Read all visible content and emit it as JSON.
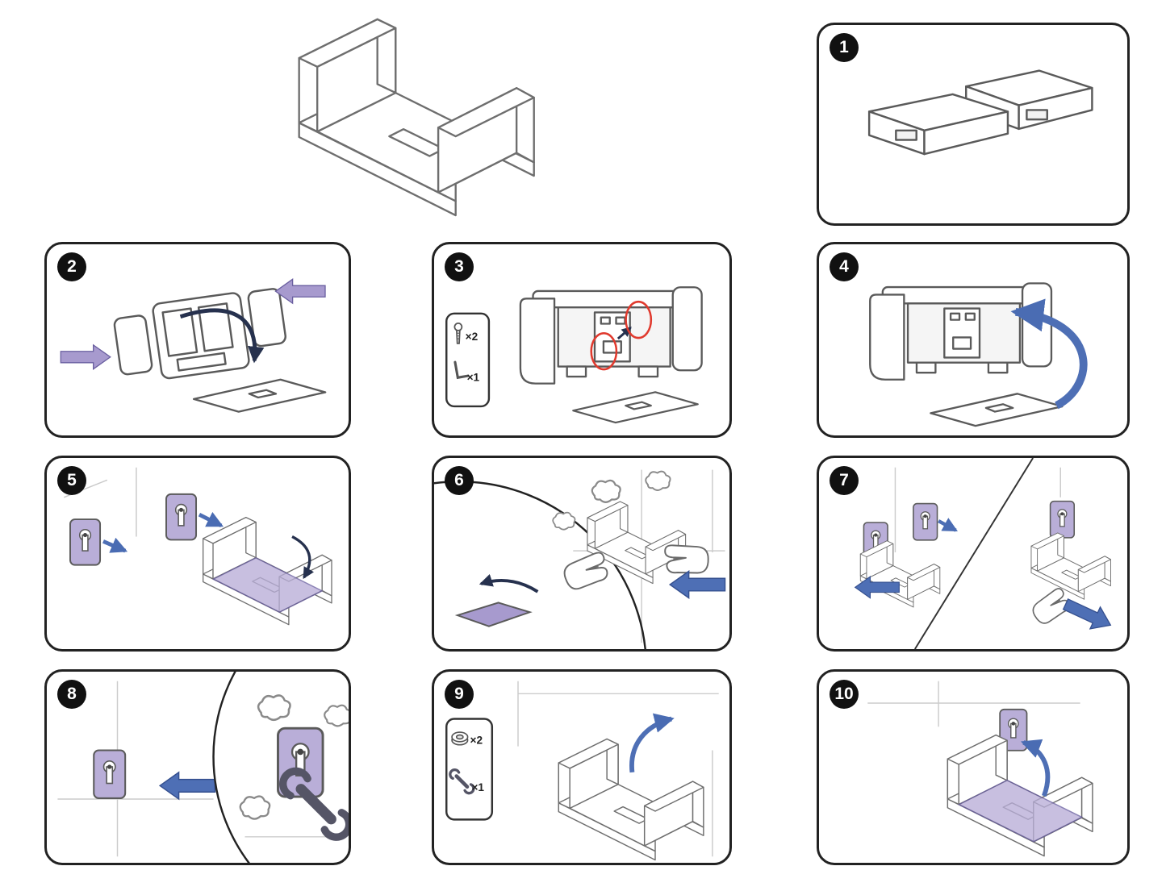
{
  "colors": {
    "background": "#ffffff",
    "line_gray": "#5a5a5a",
    "panel_border": "#222222",
    "badge_black": "#111111",
    "badge_text": "#ffffff",
    "accent_purple": "#a79ace",
    "plate_purple": "#b9aed8",
    "arrow_blue": "#4e6fb5",
    "arrow_dark_navy": "#26314e",
    "highlight_red": "#e03a2e"
  },
  "overview": {
    "illustration": "assembled-wall-bracket-isometric"
  },
  "steps": [
    {
      "number": "1",
      "illustration": "slide-two-base-halves-together"
    },
    {
      "number": "2",
      "illustration": "press-end-caps-onto-frame"
    },
    {
      "number": "3",
      "illustration": "fasten-screws-at-marked-points",
      "hardware": [
        {
          "item": "screw",
          "qty": "×2"
        },
        {
          "item": "hex-key",
          "qty": "×1"
        }
      ]
    },
    {
      "number": "4",
      "illustration": "fold-base-plate-up-into-frame"
    },
    {
      "number": "5",
      "illustration": "align-unit-with-wall-plates"
    },
    {
      "number": "6",
      "illustration": "peel-film-and-press-unit-to-wall"
    },
    {
      "number": "7",
      "illustration": "slide-unit-onto-or-off-wall-plates"
    },
    {
      "number": "8",
      "illustration": "tighten-wall-plate-with-wrench"
    },
    {
      "number": "9",
      "illustration": "secure-nuts-inside-unit",
      "hardware": [
        {
          "item": "nut",
          "qty": "×2"
        },
        {
          "item": "wrench",
          "qty": "×1"
        }
      ]
    },
    {
      "number": "10",
      "illustration": "fold-base-down-to-finish"
    }
  ]
}
